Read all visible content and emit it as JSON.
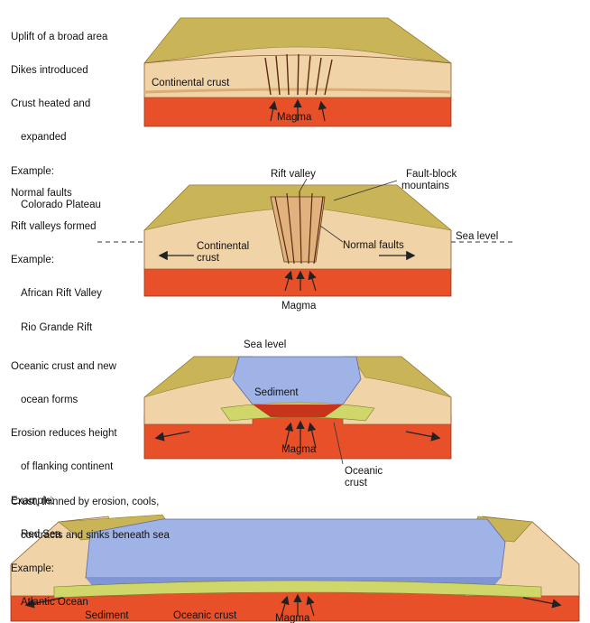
{
  "stages": [
    {
      "caption": [
        "Uplift of a broad area",
        "Dikes introduced",
        "Crust heated and",
        "expanded",
        "Example:",
        "Colorado Plateau"
      ],
      "labels": {
        "crust": "Continental crust",
        "magma": "Magma"
      }
    },
    {
      "caption": [
        "Normal faults",
        "Rift valleys formed",
        "Example:",
        "African Rift Valley",
        "Rio Grande Rift"
      ],
      "labels": {
        "rift_valley": "Rift valley",
        "fault_block_1": "Fault-block",
        "fault_block_2": "mountains",
        "sea_level": "Sea level",
        "crust_1": "Continental",
        "crust_2": "crust",
        "normal_faults": "Normal faults",
        "magma": "Magma"
      }
    },
    {
      "caption": [
        "Oceanic crust and new",
        "ocean forms",
        "Erosion reduces height",
        "of flanking continent",
        "Example:",
        "Red Sea"
      ],
      "labels": {
        "sea_level": "Sea level",
        "sediment": "Sediment",
        "magma": "Magma",
        "oceanic_1": "Oceanic",
        "oceanic_2": "crust"
      }
    },
    {
      "caption": [
        "Crust, thinned by erosion, cools,",
        "contracts and sinks beneath sea",
        "Example:",
        "Atlantic Ocean"
      ],
      "labels": {
        "sediment": "Sediment",
        "oceanic_crust": "Oceanic crust",
        "magma": "Magma"
      }
    }
  ],
  "colors": {
    "land_top": "#c9b458",
    "crust": "#f1d3a8",
    "crust_dark": "#d9ad74",
    "magma": "#e8502a",
    "magma_dark": "#c8331c",
    "water": "#9fb3e6",
    "water_dark": "#7f95d6",
    "sediment": "#cfd66a"
  }
}
